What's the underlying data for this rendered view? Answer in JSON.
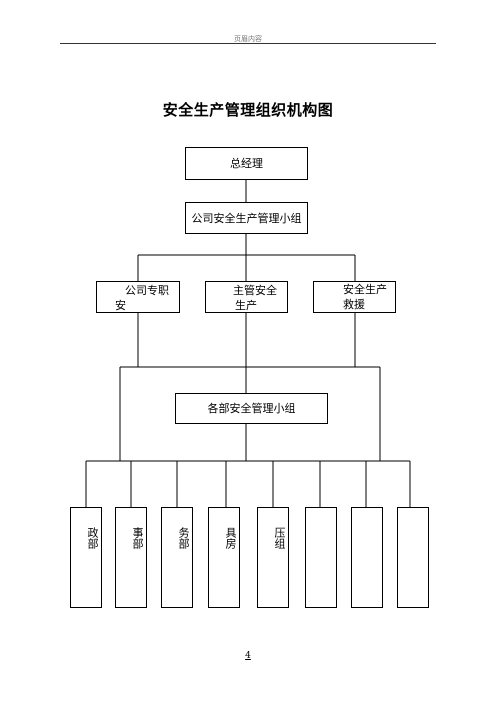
{
  "header": {
    "text": "页眉内容"
  },
  "title": "安全生产管理组织机构图",
  "chart": {
    "general_manager": "总经理",
    "safety_group": "公司安全生产管理小组",
    "mid_boxes": [
      {
        "line1": "公司专职",
        "line2": "安"
      },
      {
        "line1": "主管安全",
        "line2": "生产"
      },
      {
        "line1": "安全生产",
        "line2": "救援"
      }
    ],
    "dept_group": "各部安全管理小组",
    "departments": [
      {
        "text": "政部"
      },
      {
        "text": "事部"
      },
      {
        "text": "务部"
      },
      {
        "text": "具房"
      },
      {
        "text": "压组"
      },
      {
        "text": ""
      },
      {
        "text": ""
      },
      {
        "text": ""
      }
    ]
  },
  "footer": {
    "page_number": "4"
  }
}
